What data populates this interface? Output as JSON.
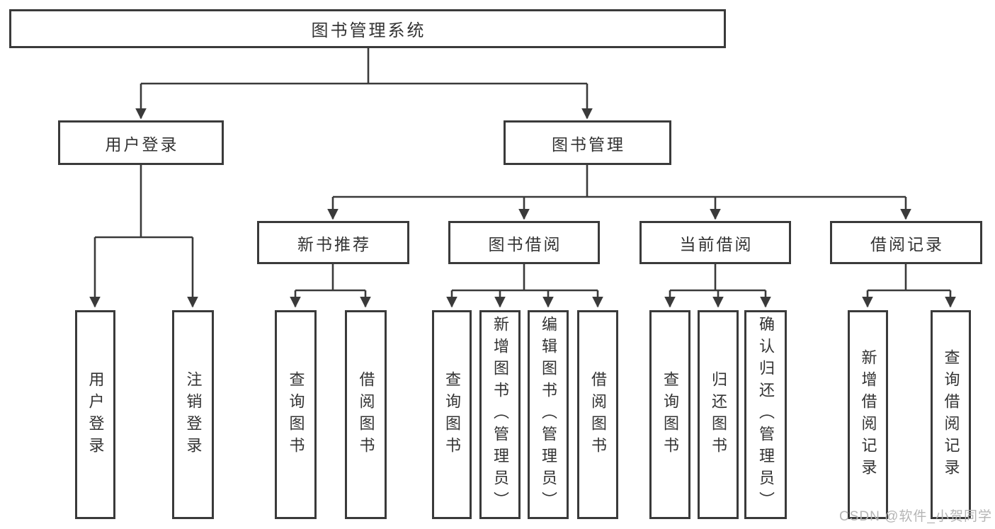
{
  "nodes": {
    "root": {
      "label": "图书管理系统"
    },
    "user_login": {
      "label": "用户登录"
    },
    "book_management": {
      "label": "图书管理"
    },
    "new_book_recommend": {
      "label": "新书推荐"
    },
    "book_borrow": {
      "label": "图书借阅"
    },
    "current_borrow": {
      "label": "当前借阅"
    },
    "borrow_records": {
      "label": "借阅记录"
    },
    "leaf_user_login": {
      "label": "用户登录"
    },
    "leaf_logout": {
      "label": "注销登录"
    },
    "leaf_rec_query_book": {
      "label": "查询图书"
    },
    "leaf_rec_borrow_book": {
      "label": "借阅图书"
    },
    "leaf_bb_query_book": {
      "label": "查询图书"
    },
    "leaf_bb_add_book": {
      "label": "新增图书（管理员）"
    },
    "leaf_bb_edit_book": {
      "label": "编辑图书（管理员）"
    },
    "leaf_bb_borrow_book": {
      "label": "借阅图书"
    },
    "leaf_cb_query_book": {
      "label": "查询图书"
    },
    "leaf_cb_return_book": {
      "label": "归还图书"
    },
    "leaf_cb_confirm_return": {
      "label": "确认归还（管理员）"
    },
    "leaf_br_add_record": {
      "label": "新增借阅记录"
    },
    "leaf_br_query_record": {
      "label": "查询借阅记录"
    }
  },
  "hierarchy": [
    {
      "parent": "root",
      "children": [
        "user_login",
        "book_management"
      ]
    },
    {
      "parent": "user_login",
      "children": [
        "leaf_user_login",
        "leaf_logout"
      ]
    },
    {
      "parent": "book_management",
      "children": [
        "new_book_recommend",
        "book_borrow",
        "current_borrow",
        "borrow_records"
      ]
    },
    {
      "parent": "new_book_recommend",
      "children": [
        "leaf_rec_query_book",
        "leaf_rec_borrow_book"
      ]
    },
    {
      "parent": "book_borrow",
      "children": [
        "leaf_bb_query_book",
        "leaf_bb_add_book",
        "leaf_bb_edit_book",
        "leaf_bb_borrow_book"
      ]
    },
    {
      "parent": "current_borrow",
      "children": [
        "leaf_cb_query_book",
        "leaf_cb_return_book",
        "leaf_cb_confirm_return"
      ]
    },
    {
      "parent": "borrow_records",
      "children": [
        "leaf_br_add_record",
        "leaf_br_query_record"
      ]
    }
  ],
  "watermark": {
    "text": "CSDN @软件_小贺同学"
  },
  "colors": {
    "line": "#3a3a3a",
    "text": "#333333",
    "box_background": "#ffffff",
    "page_background": "#ffffff",
    "watermark": "#b5b5b5"
  }
}
